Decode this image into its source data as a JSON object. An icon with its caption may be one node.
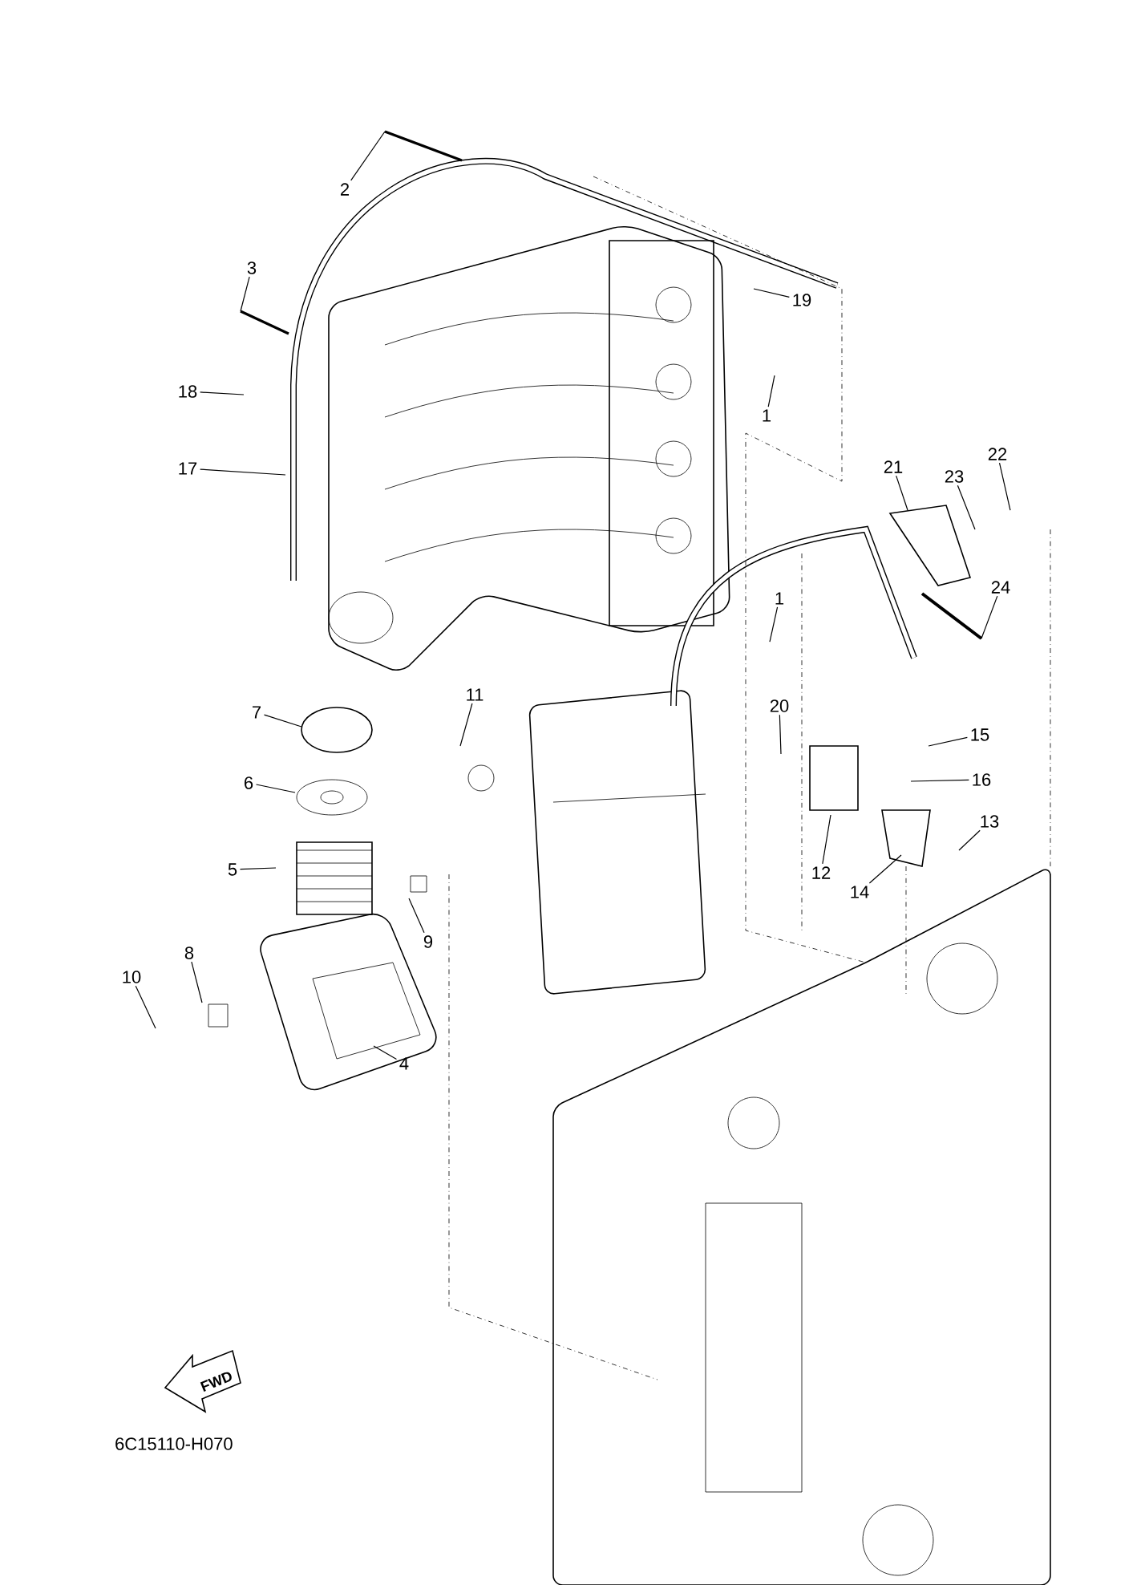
{
  "diagram": {
    "nodes": [
      {
        "text": [
          "2"
        ]
      },
      {
        "text": [
          "3"
        ]
      },
      {
        "text": [
          "19"
        ]
      },
      {
        "text": [
          "18"
        ]
      },
      {
        "text": [
          "1"
        ]
      },
      {
        "text": [
          "17"
        ]
      },
      {
        "text": [
          "22"
        ]
      },
      {
        "text": [
          "21"
        ]
      },
      {
        "text": [
          "23"
        ]
      },
      {
        "text": [
          "24"
        ]
      },
      {
        "text": [
          "1"
        ]
      },
      {
        "text": [
          "11"
        ]
      },
      {
        "text": [
          "20"
        ]
      },
      {
        "text": [
          "7"
        ]
      },
      {
        "text": [
          "15"
        ]
      },
      {
        "text": [
          "16"
        ]
      },
      {
        "text": [
          "6"
        ]
      },
      {
        "text": [
          "13"
        ]
      },
      {
        "text": [
          "5"
        ]
      },
      {
        "text": [
          "12"
        ]
      },
      {
        "text": [
          "14"
        ]
      },
      {
        "text": [
          "9"
        ]
      },
      {
        "text": [
          "8"
        ]
      },
      {
        "text": [
          "10"
        ]
      },
      {
        "text": [
          "4"
        ]
      }
    ],
    "edges": [
      {
        "from": 0,
        "to": null,
        "arrow": "none"
      },
      {
        "from": 1,
        "to": null,
        "arrow": "none"
      },
      {
        "from": 2,
        "to": null,
        "arrow": "none"
      },
      {
        "from": 3,
        "to": null,
        "arrow": "none"
      },
      {
        "from": 4,
        "to": null,
        "arrow": "none"
      },
      {
        "from": 5,
        "to": null,
        "arrow": "none"
      },
      {
        "from": 6,
        "to": null,
        "arrow": "none"
      },
      {
        "from": 7,
        "to": null,
        "arrow": "none"
      },
      {
        "from": 8,
        "to": null,
        "arrow": "none"
      },
      {
        "from": 9,
        "to": null,
        "arrow": "none"
      },
      {
        "from": 10,
        "to": null,
        "arrow": "none"
      },
      {
        "from": 11,
        "to": null,
        "arrow": "none"
      },
      {
        "from": 12,
        "to": null,
        "arrow": "none"
      },
      {
        "from": 13,
        "to": null,
        "arrow": "none"
      },
      {
        "from": 14,
        "to": null,
        "arrow": "none"
      },
      {
        "from": 15,
        "to": null,
        "arrow": "none"
      },
      {
        "from": 16,
        "to": null,
        "arrow": "none"
      },
      {
        "from": 17,
        "to": null,
        "arrow": "none"
      },
      {
        "from": 18,
        "to": null,
        "arrow": "none"
      },
      {
        "from": 19,
        "to": null,
        "arrow": "none"
      },
      {
        "from": 20,
        "to": null,
        "arrow": "none"
      },
      {
        "from": 21,
        "to": null,
        "arrow": "none"
      },
      {
        "from": 22,
        "to": null,
        "arrow": "none"
      },
      {
        "from": 23,
        "to": null,
        "arrow": "none"
      },
      {
        "from": 24,
        "to": null,
        "arrow": "none"
      }
    ],
    "labels": [
      "FWD",
      "6C15110-H070"
    ]
  }
}
